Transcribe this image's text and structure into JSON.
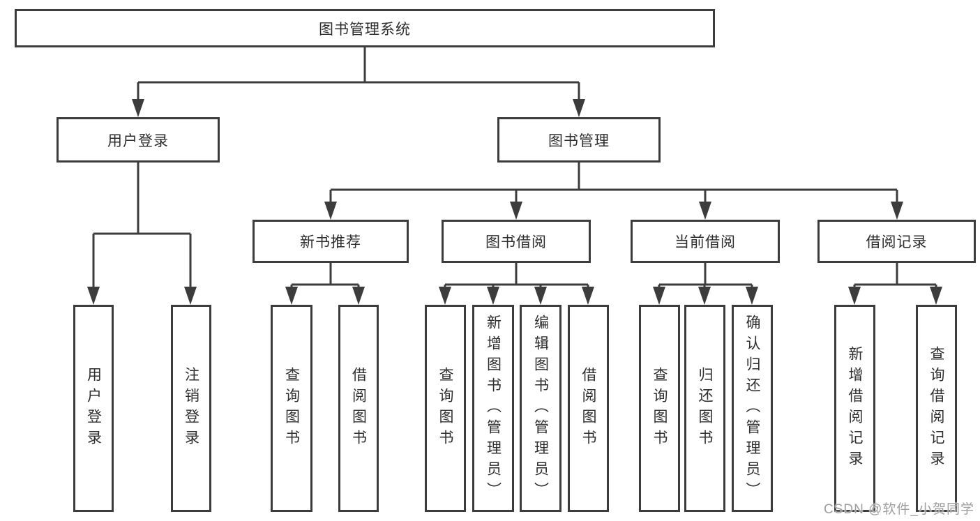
{
  "diagram": {
    "title": "图书管理系统",
    "level2": [
      {
        "label": "用户登录"
      },
      {
        "label": "图书管理"
      }
    ],
    "level3": [
      {
        "label": "新书推荐"
      },
      {
        "label": "图书借阅"
      },
      {
        "label": "当前借阅"
      },
      {
        "label": "借阅记录"
      }
    ],
    "leaf_groups": [
      {
        "parent": "用户登录",
        "items": [
          "用户登录",
          "注销登录"
        ]
      },
      {
        "parent": "新书推荐",
        "items": [
          "查询图书",
          "借阅图书"
        ]
      },
      {
        "parent": "图书借阅",
        "items": [
          "查询图书",
          "新增图书（管理员）",
          "编辑图书（管理员）",
          "借阅图书"
        ]
      },
      {
        "parent": "当前借阅",
        "items": [
          "查询图书",
          "归还图书",
          "确认归还（管理员）"
        ]
      },
      {
        "parent": "借阅记录",
        "items": [
          "新增借阅记录",
          "查询借阅记录"
        ]
      }
    ]
  },
  "watermark": "CSDN @软件_小贺同学",
  "colors": {
    "line": "#3c3c3c",
    "text": "#2e2e2e",
    "background": "#ffffff",
    "watermark": "#9e9e9e"
  }
}
